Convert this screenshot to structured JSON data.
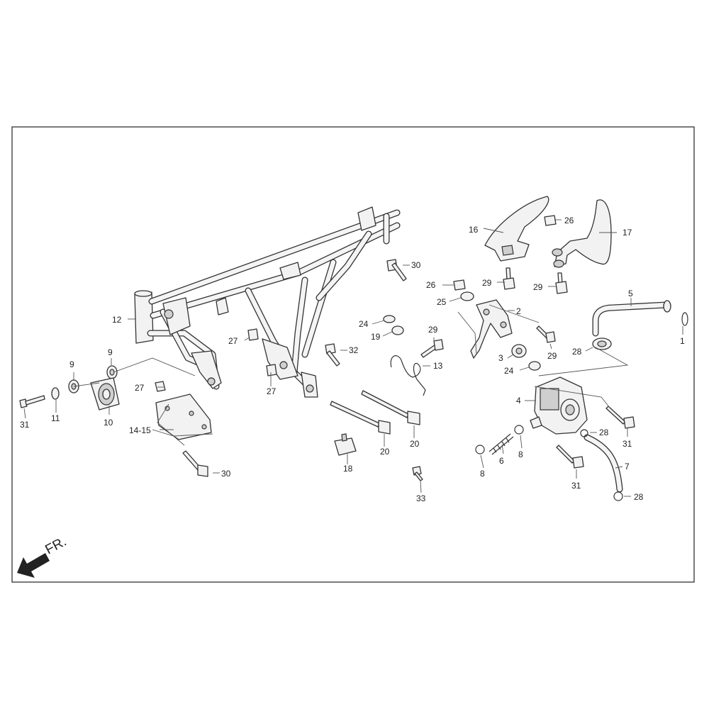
{
  "direction": {
    "label": "FR."
  },
  "callouts": {
    "c1": "1",
    "c2": "2",
    "c3": "3",
    "c4": "4",
    "c5": "5",
    "c6": "6",
    "c7": "7",
    "c8a": "8",
    "c8b": "8",
    "c9a": "9",
    "c9b": "9",
    "c10": "10",
    "c11": "11",
    "c12": "12",
    "c13": "13",
    "c14_15": "14-15",
    "c16": "16",
    "c17": "17",
    "c18": "18",
    "c19": "19",
    "c20a": "20",
    "c20b": "20",
    "c24a": "24",
    "c24b": "24",
    "c25": "25",
    "c26a": "26",
    "c26b": "26",
    "c27a": "27",
    "c27b": "27",
    "c27c": "27",
    "c28a": "28",
    "c28b": "28",
    "c28c": "28",
    "c29a": "29",
    "c29b": "29",
    "c29c": "29",
    "c29d": "29",
    "c30a": "30",
    "c30b": "30",
    "c31a": "31",
    "c31b": "31",
    "c31c": "31",
    "c32": "32",
    "c33": "33"
  },
  "colors": {
    "line": "#333333",
    "part_fill": "#f2f2f2",
    "arrow": "#222222"
  }
}
